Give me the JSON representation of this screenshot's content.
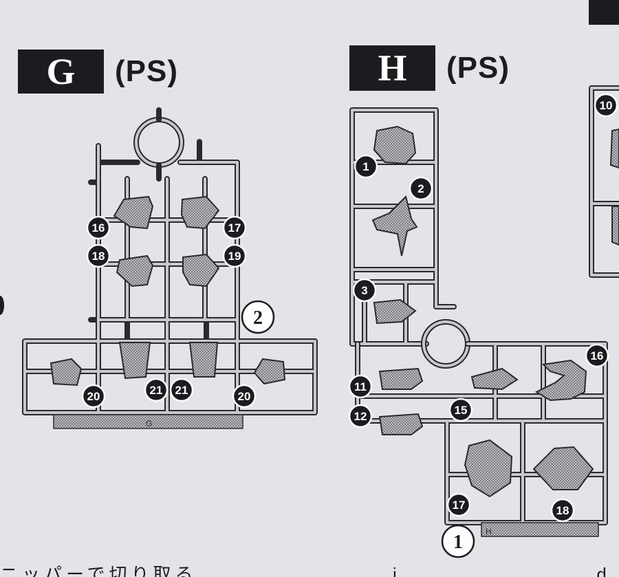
{
  "panels": {
    "g": {
      "letter": "G",
      "material": "(PS)",
      "tag_letter": "G"
    },
    "h": {
      "letter": "H",
      "material": "(PS)",
      "tag_letter": "H"
    }
  },
  "g_callouts": [
    "16",
    "17",
    "18",
    "19",
    "20",
    "21",
    "21",
    "20"
  ],
  "g_step": "2",
  "h_callouts": [
    "1",
    "2",
    "3",
    "11",
    "12",
    "15",
    "16",
    "17",
    "18"
  ],
  "h_step": "1",
  "right_edge_callout": "10",
  "bottom_text": "ニッパーで切り取る 　 　 　 　 　 　 i 　 　 　 　 　 　 d i"
}
